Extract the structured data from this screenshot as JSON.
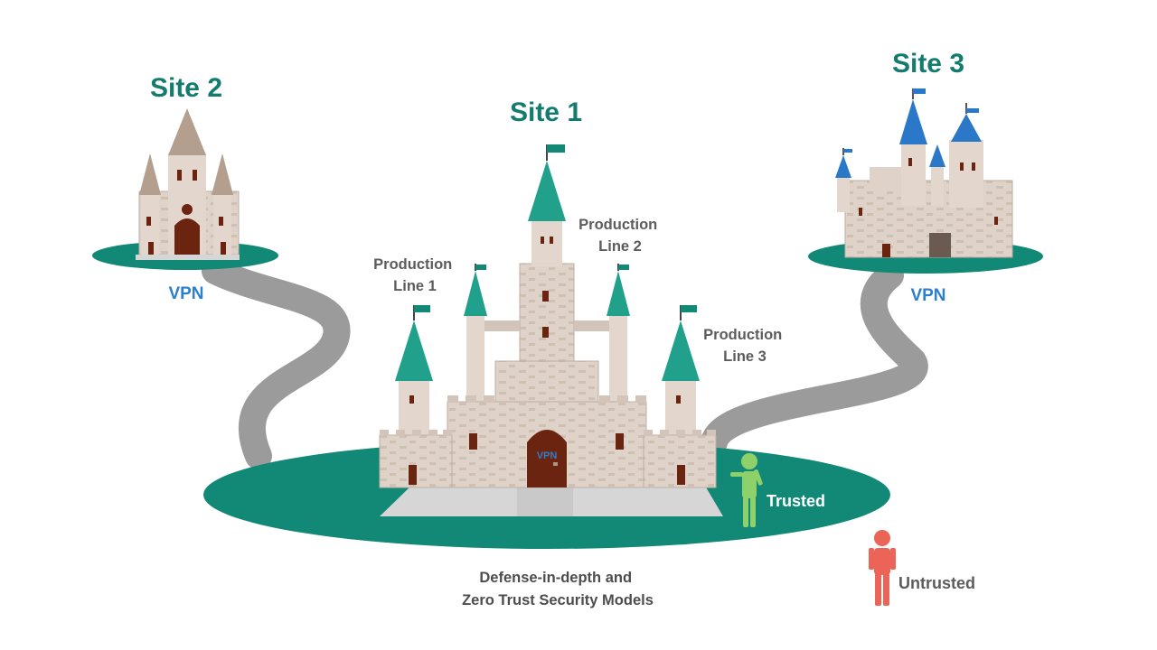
{
  "colors": {
    "teal_text": "#137c6e",
    "vpn_blue": "#2b7fd0",
    "label_gray": "#5c5c5c",
    "island_teal": "#128876",
    "road_gray": "#9b9b9b",
    "stone": "#dfd2c8",
    "stone_dark": "#bfaea2",
    "roof_teal": "#21a08c",
    "roof_blue": "#2c78c8",
    "door_brown": "#6b2410",
    "trusted_green": "#8ed06a",
    "untrusted_red": "#ec6358"
  },
  "sites": {
    "site1": {
      "title": "Site 1"
    },
    "site2": {
      "title": "Site 2",
      "vpn": "VPN"
    },
    "site3": {
      "title": "Site 3",
      "vpn": "VPN"
    }
  },
  "production_lines": [
    {
      "line1": "Production",
      "line2": "Line 1"
    },
    {
      "line1": "Production",
      "line2": "Line 2"
    },
    {
      "line1": "Production",
      "line2": "Line 3"
    }
  ],
  "gate_label": "VPN",
  "actors": {
    "trusted": {
      "label": "Trusted",
      "icon": "person-icon"
    },
    "untrusted": {
      "label": "Untrusted",
      "icon": "person-icon"
    }
  },
  "caption": {
    "line1": "Defense-in-depth and",
    "line2": "Zero Trust Security Models"
  }
}
